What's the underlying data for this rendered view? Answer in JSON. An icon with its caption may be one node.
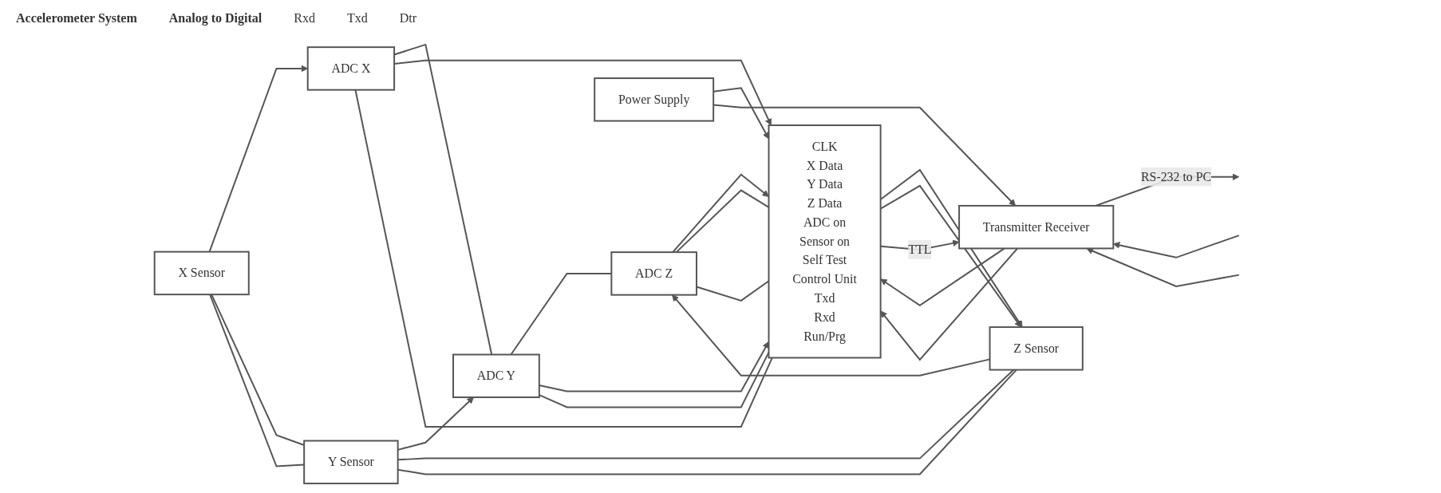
{
  "diagram": {
    "nodes": [
      {
        "text": [
          "X Sensor"
        ]
      },
      {
        "text": [
          "Y Sensor"
        ]
      },
      {
        "text": [
          "Z Sensor"
        ]
      },
      {
        "text": [
          "ADC X"
        ]
      },
      {
        "text": [
          "ADC Y"
        ]
      },
      {
        "text": [
          "ADC Z"
        ]
      },
      {
        "text": [
          "CLK",
          "X Data",
          "Y Data",
          "Z Data",
          "ADC on",
          "Sensor on",
          "Self Test",
          "Control Unit",
          "Txd",
          "Rxd",
          "Run/Prg"
        ]
      },
      {
        "text": [
          "Transmitter Receiver"
        ]
      },
      {
        "text": [
          "Power Supply"
        ]
      }
    ],
    "edges": [
      {
        "from": 0,
        "to": 3,
        "arrow": "to"
      },
      {
        "from": 1,
        "to": 4,
        "arrow": "to"
      },
      {
        "from": 2,
        "to": 5,
        "arrow": "to"
      },
      {
        "from": 0,
        "to": 1,
        "arrow": "none"
      },
      {
        "from": 0,
        "to": 1,
        "arrow": "none"
      },
      {
        "from": 1,
        "to": 2,
        "arrow": "none"
      },
      {
        "from": 1,
        "to": 2,
        "arrow": "none"
      },
      {
        "from": 3,
        "to": 4,
        "arrow": "none"
      },
      {
        "from": 4,
        "to": 5,
        "arrow": "none"
      },
      {
        "from": 3,
        "to": 6,
        "arrow": "to"
      },
      {
        "from": 4,
        "to": 6,
        "arrow": "to"
      },
      {
        "from": 5,
        "to": 6,
        "arrow": "to"
      },
      {
        "from": 6,
        "to": 3,
        "arrow": "none"
      },
      {
        "from": 6,
        "to": 4,
        "arrow": "none"
      },
      {
        "from": 6,
        "to": 5,
        "arrow": "none"
      },
      {
        "from": 6,
        "to": 5,
        "arrow": "none"
      },
      {
        "from": 6,
        "to": 2,
        "arrow": "to"
      },
      {
        "from": 6,
        "to": 2,
        "arrow": "to"
      },
      {
        "from": 6,
        "to": 7,
        "arrow": "to",
        "label": "TTL"
      },
      {
        "from": 7,
        "to": 6,
        "arrow": "to"
      },
      {
        "from": 7,
        "to": 6,
        "arrow": "to"
      },
      {
        "from": 8,
        "to": 6,
        "arrow": "to"
      },
      {
        "from": 8,
        "to": 7,
        "arrow": "to"
      },
      {
        "from": 7,
        "to": null,
        "arrow": "to",
        "label": "RS-232 to PC"
      },
      {
        "from": null,
        "to": 7,
        "arrow": "to"
      },
      {
        "from": null,
        "to": 7,
        "arrow": "to"
      }
    ],
    "labels": [
      "Accelerometer System",
      "Analog to Digital",
      "Rxd",
      "Txd",
      "Dtr"
    ]
  }
}
